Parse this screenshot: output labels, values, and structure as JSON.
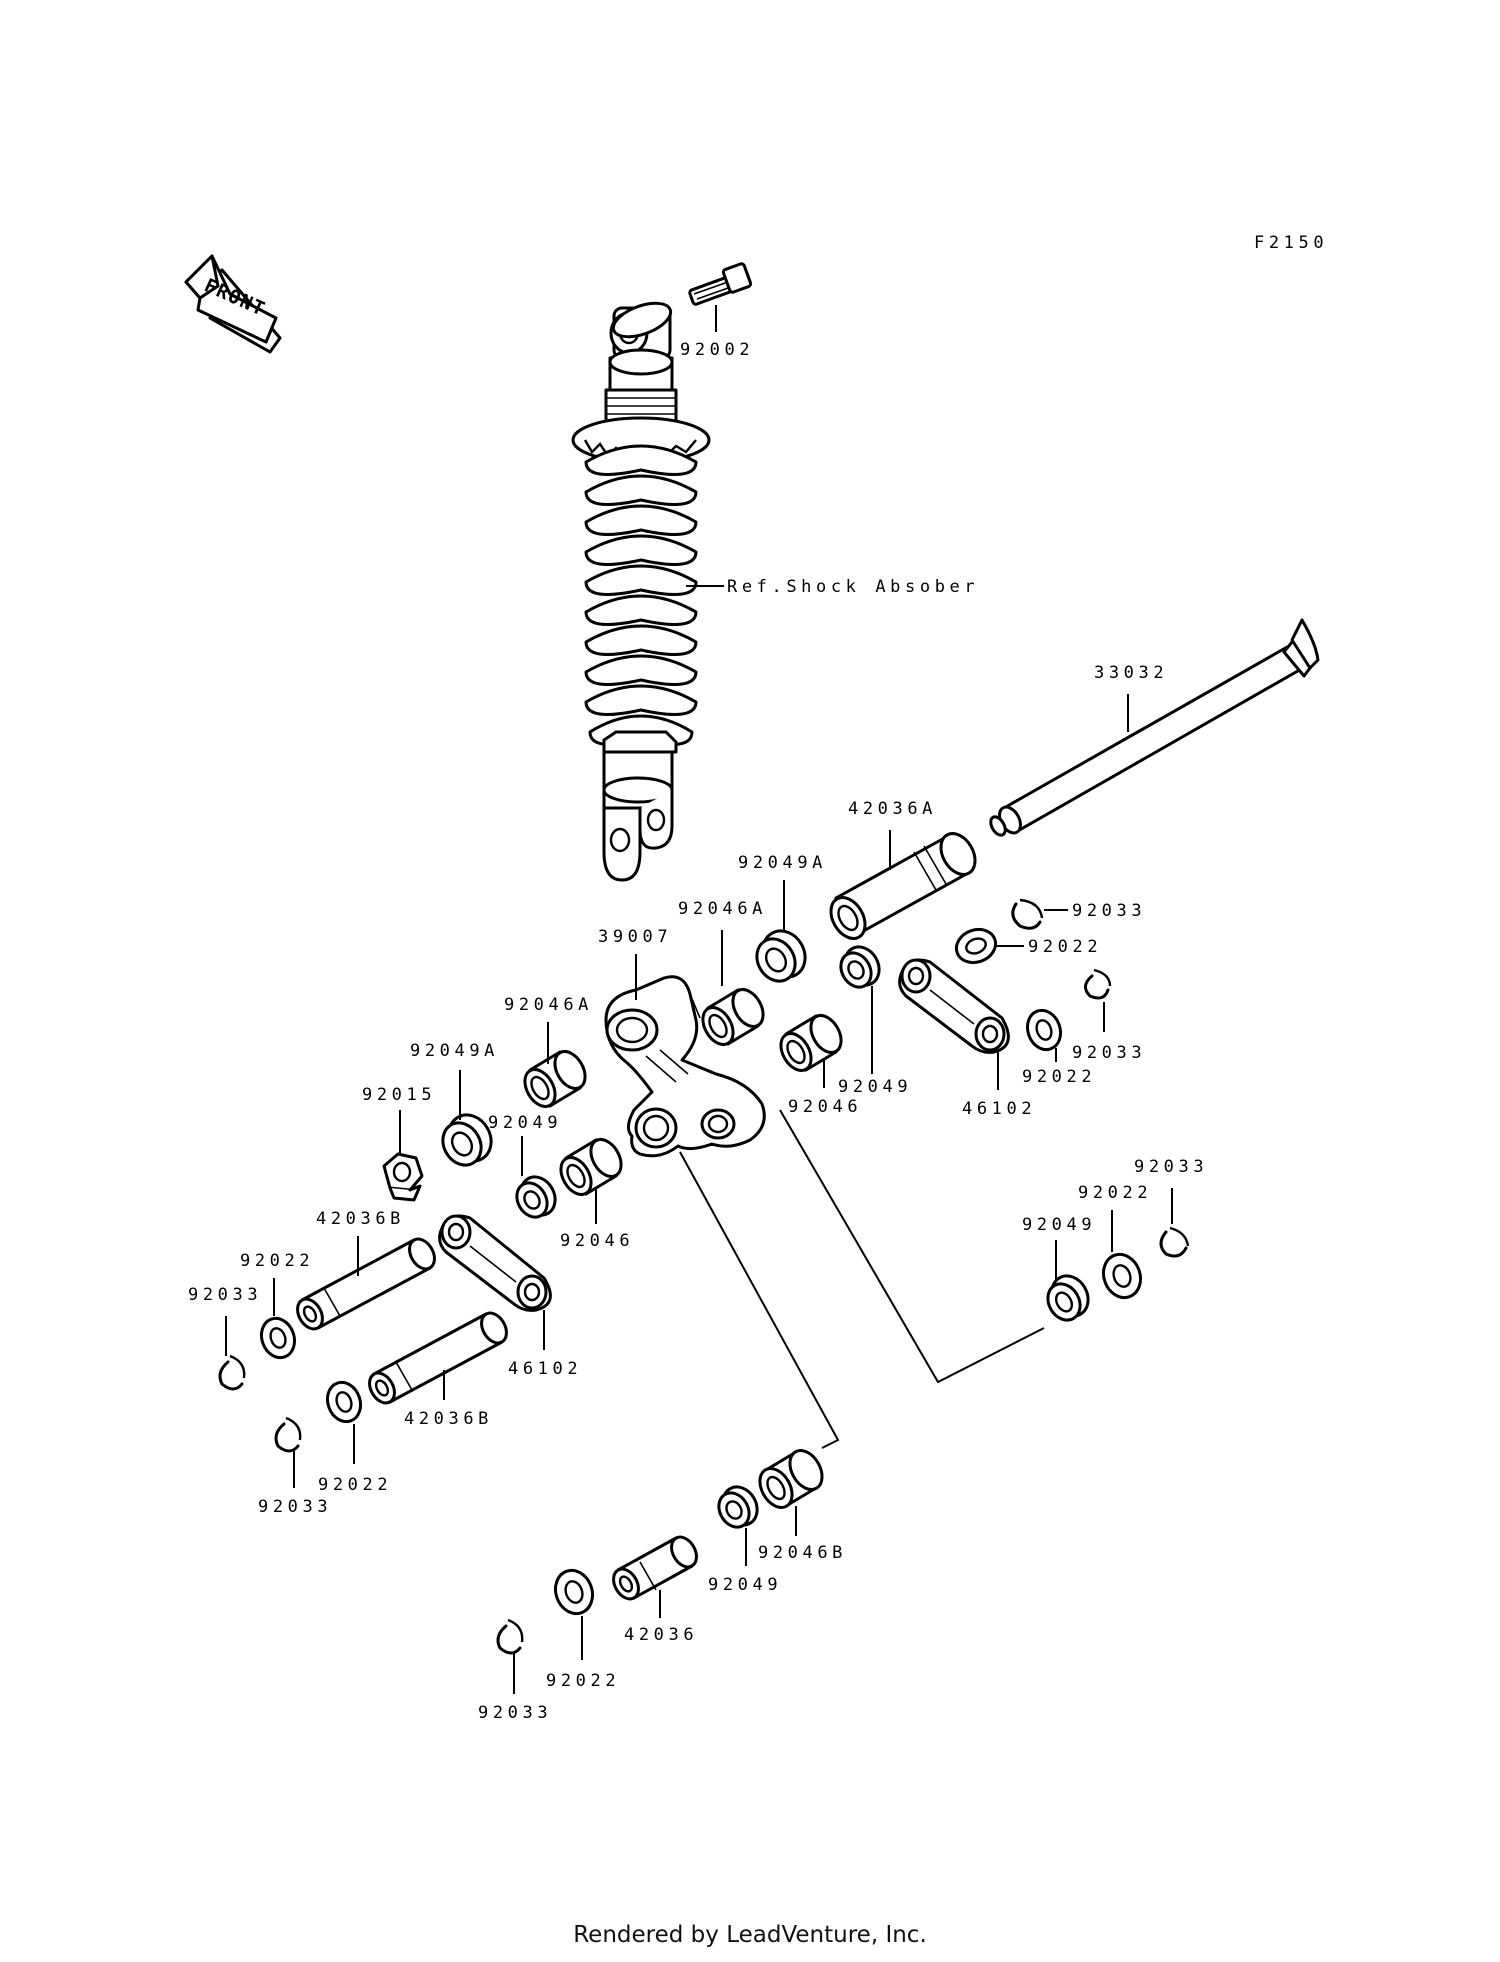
{
  "diagram_code": "F2150",
  "front_label": "FRONT",
  "footer_text": "Rendered by LeadVenture, Inc.",
  "labels": {
    "p92002": "92002",
    "ref_shock": "Ref.Shock Absober",
    "p33032": "33032",
    "p42036A": "42036A",
    "p92049A_top": "92049A",
    "p92046A_top": "92046A",
    "p92033_a": "92033",
    "p92022_a": "92022",
    "p39007": "39007",
    "p92046A_left": "92046A",
    "p92049A_left": "92049A",
    "p92015": "92015",
    "p92049_mid": "92049",
    "p92049_c": "92049",
    "p92046_c": "92046",
    "p46102_r": "46102",
    "p92022_b": "92022",
    "p92033_b": "92033",
    "p92046_l": "92046",
    "p42036B_a": "42036B",
    "p92022_c": "92022",
    "p92033_c": "92033",
    "p46102_l": "46102",
    "p42036B_b": "42036B",
    "p92022_d": "92022",
    "p92033_d": "92033",
    "p92033_e": "92033",
    "p92022_e": "92022",
    "p92049_e": "92049",
    "p92046B": "92046B",
    "p92049_f": "92049",
    "p42036": "42036",
    "p92022_f": "92022",
    "p92033_f": "92033"
  }
}
